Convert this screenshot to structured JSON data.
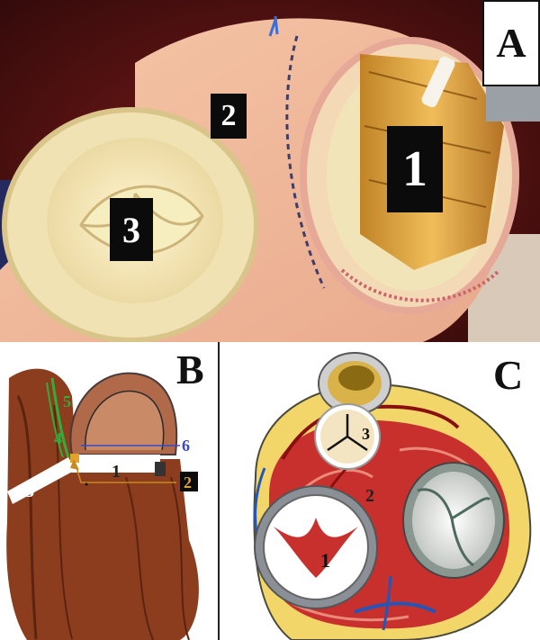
{
  "panel_a": {
    "letter": "A",
    "labels": {
      "valve_1": "1",
      "valve_2": "2",
      "valve_3": "3"
    }
  },
  "panel_b": {
    "letter": "B",
    "labels": {
      "l1": "1",
      "l2": "2",
      "l3": "3",
      "l4": "4",
      "l5": "5",
      "l6": "6"
    }
  },
  "panel_c": {
    "letter": "C",
    "labels": {
      "l1": "1",
      "l2": "2",
      "l3": "3"
    }
  },
  "colors": {
    "green_label": "#2fae3a",
    "blue_label": "#3a49c8",
    "orange_label": "#c88a1e",
    "myocardium_red": "#c8302e",
    "fat_yellow": "#f2d66a"
  }
}
